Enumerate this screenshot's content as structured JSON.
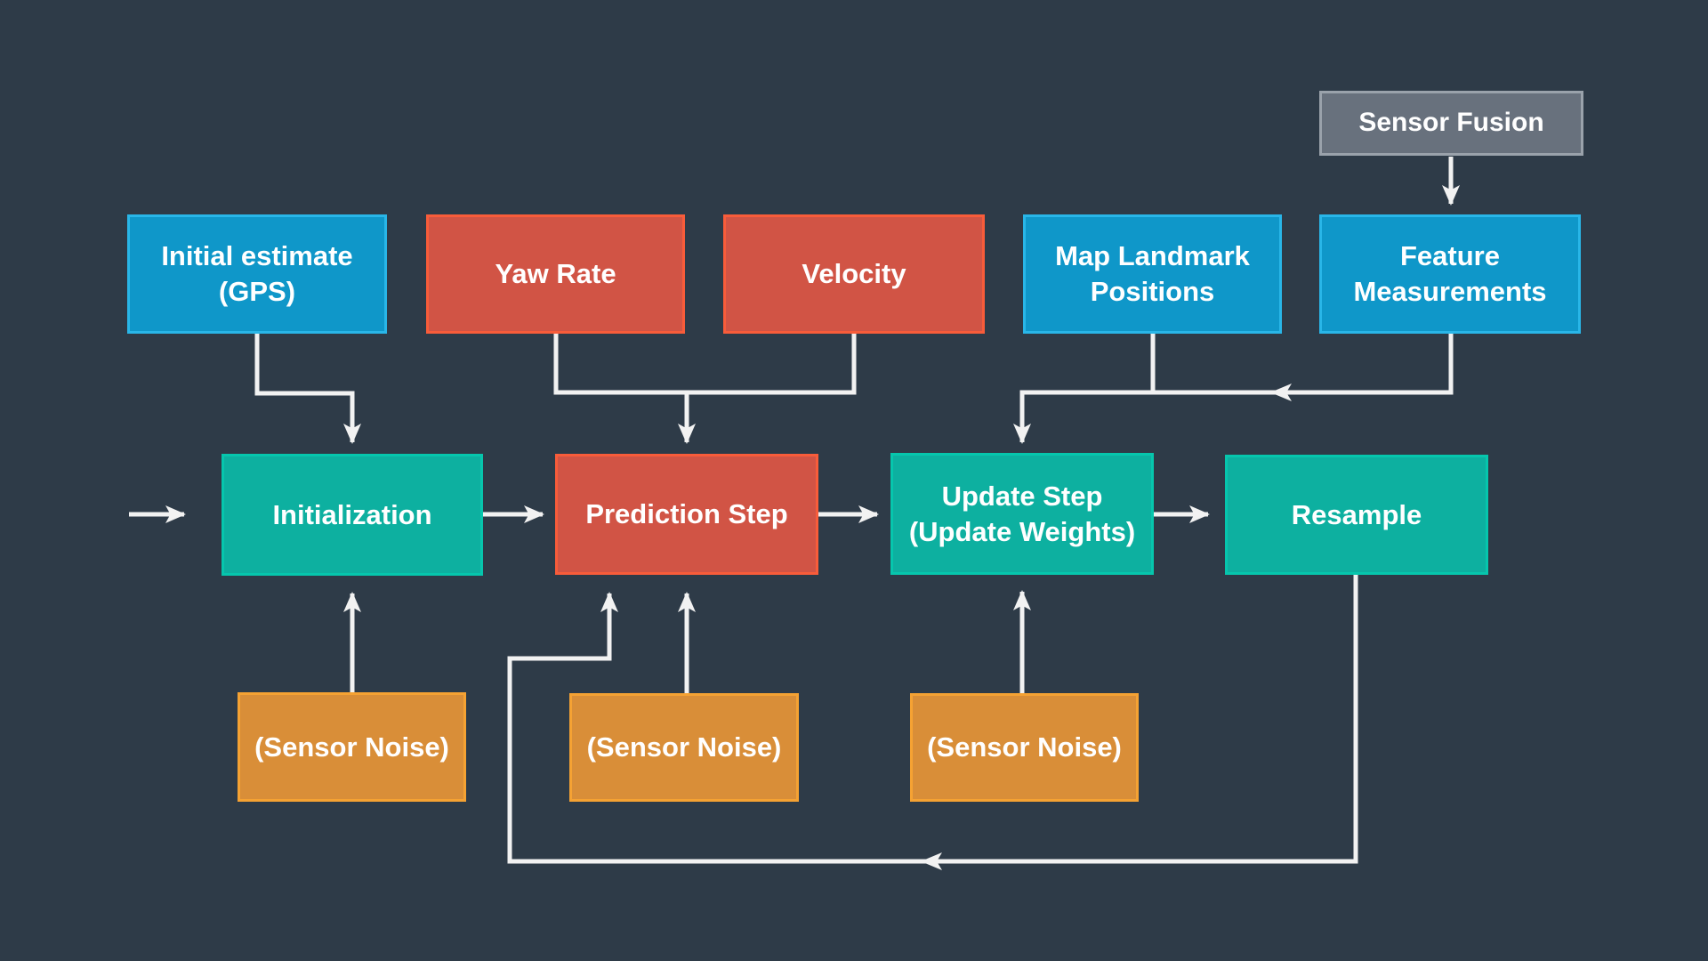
{
  "colors": {
    "background": "#2e3b48",
    "line": "#f2f2f2",
    "text": "#ffffff",
    "blue_fill": "#0f97c9",
    "blue_border": "#29b6e8",
    "red_fill": "#d15445",
    "red_border": "#f85c3a",
    "teal_fill": "#0db0a0",
    "teal_border": "#06c6ad",
    "orange_fill": "#d98e38",
    "orange_border": "#f5a233",
    "gray_fill": "#68717d",
    "gray_border": "#9aa2ab"
  },
  "nodes": {
    "sensor_fusion": {
      "label": "Sensor Fusion",
      "color": "gray"
    },
    "initial_estimate": {
      "label": "Initial estimate\n(GPS)",
      "color": "blue"
    },
    "yaw_rate": {
      "label": "Yaw Rate",
      "color": "red"
    },
    "velocity": {
      "label": "Velocity",
      "color": "red"
    },
    "map_landmark": {
      "label": "Map Landmark\nPositions",
      "color": "blue"
    },
    "feature_measurements": {
      "label": "Feature\nMeasurements",
      "color": "blue"
    },
    "initialization": {
      "label": "Initialization",
      "color": "teal"
    },
    "prediction_step": {
      "label": "Prediction Step",
      "color": "red"
    },
    "update_step": {
      "label": "Update Step\n(Update Weights)",
      "color": "teal"
    },
    "resample": {
      "label": "Resample",
      "color": "teal"
    },
    "noise_initialization": {
      "label": "(Sensor Noise)",
      "color": "orange"
    },
    "noise_prediction": {
      "label": "(Sensor Noise)",
      "color": "orange"
    },
    "noise_update": {
      "label": "(Sensor Noise)",
      "color": "orange"
    }
  }
}
